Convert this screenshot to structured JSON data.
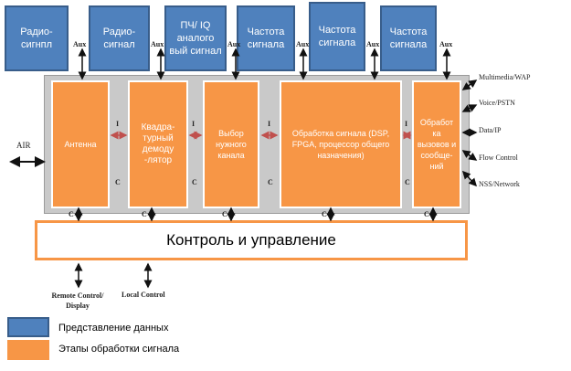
{
  "top_boxes": [
    {
      "label": "Радио-сигнпл"
    },
    {
      "label": "Радио-сигнал"
    },
    {
      "label": "ПЧ/ IQ аналого вый сигнал"
    },
    {
      "label": "Частота сигнала"
    },
    {
      "label": "Частота сигнала"
    },
    {
      "label": "Частота сигнала"
    }
  ],
  "stages": [
    {
      "label": "Антенна"
    },
    {
      "label": "Квадра-турный демоду -лятор"
    },
    {
      "label": "Выбор нужного канала"
    },
    {
      "label": "Обработка сигнала (DSP, FPGA, процессор общего назначения)"
    },
    {
      "label": "Обработ ка вызовов и сообще-ний"
    }
  ],
  "control_box": {
    "label": "Контроль и управление"
  },
  "air_label": "AIR",
  "aux_label": "Aux",
  "i_label": "I",
  "c_label": "C",
  "right_outputs": [
    "Multimedia/WAP",
    "Voice/PSTN",
    "Data/IP",
    "Flow Control",
    "NSS/Network"
  ],
  "bottom_labels": {
    "remote": "Remote Control/ Display",
    "local": "Local Control"
  },
  "legend": [
    {
      "label": "Представление данных",
      "color": "#4f81bd"
    },
    {
      "label": "Этапы обработки сигнала",
      "color": "#f79646"
    }
  ],
  "colors": {
    "data_blue": "#4f81bd",
    "stage_orange": "#f79646",
    "frame_gray": "#c9c9c9"
  }
}
